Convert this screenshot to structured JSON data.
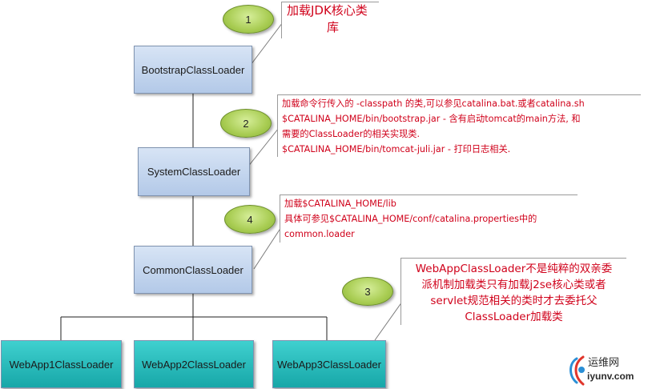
{
  "nodes": {
    "bootstrap": "BootstrapClassLoader",
    "system": "SystemClassLoader",
    "common": "CommonClassLoader",
    "webapp1": "WebApp1ClassLoader",
    "webapp2": "WebApp2ClassLoader",
    "webapp3": "WebApp3ClassLoader"
  },
  "bubbles": {
    "b1": "1",
    "b2": "2",
    "b3": "3",
    "b4": "4"
  },
  "notes": {
    "n1": [
      "加载JDK核心类",
      "库"
    ],
    "n2": [
      "加载命令行传入的 -classpath 的类,可以参见catalina.bat.或者catalina.sh",
      "$CATALINA_HOME/bin/bootstrap.jar - 含有启动tomcat的main方法, 和",
      "需要的ClassLoader的相关实现类.",
      "$CATALINA_HOME/bin/tomcat-juli.jar - 打印日志相关."
    ],
    "n4": [
      "加载$CATALINA_HOME/lib",
      "具体可参见$CATALINA_HOME/conf/catalina.properties中的",
      "common.loader"
    ],
    "n3": [
      "WebAppClassLoader不是纯粹的双亲委",
      "派机制加载类只有加载j2se核心类或者",
      "servlet规范相关的类时才去委托父",
      "ClassLoader加载类"
    ]
  },
  "watermark": {
    "name": "运维网",
    "url": "iyunv.com"
  },
  "colors": {
    "annotation": "#d0021b",
    "parent_node": "#c4d6ee",
    "webapp_node": "#23b8b8",
    "bubble": "#a8cc52"
  }
}
